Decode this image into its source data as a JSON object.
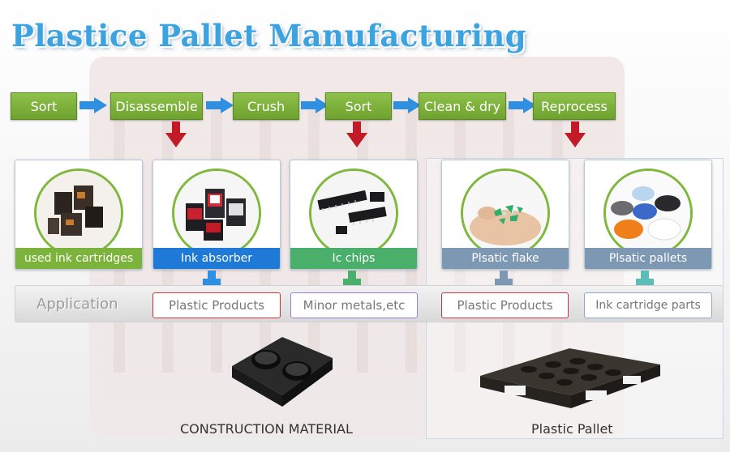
{
  "title": "Plastice Pallet Manufacturing",
  "steps": [
    "Sort",
    "Disassemble",
    "Crush",
    "Sort",
    "Clean & dry",
    "Reprocess"
  ],
  "cards": [
    {
      "label": "used ink cartridges",
      "icon": "ink-cartridges-photo"
    },
    {
      "label": "Ink absorber",
      "icon": "ink-absorber-photo"
    },
    {
      "label": "Ic chips",
      "icon": "ic-chips-photo"
    },
    {
      "label": "Plsatic flake",
      "icon": "plastic-flake-photo"
    },
    {
      "label": "Plsatic pallets",
      "icon": "plastic-pellets-photo"
    }
  ],
  "application": {
    "label": "Application",
    "outputs": [
      "Plastic Products",
      "Minor metals,etc",
      "Plastic Products",
      "Ink cartridge parts"
    ]
  },
  "captions": {
    "construction": "CONSTRUCTION MATERIAL",
    "pallet": "Plastic Pallet"
  },
  "colors": {
    "step_green": "#7cb33a",
    "arrow_blue": "#2f8fe0",
    "arrow_red": "#c21a26",
    "title_blue": "#3ba3e0"
  }
}
